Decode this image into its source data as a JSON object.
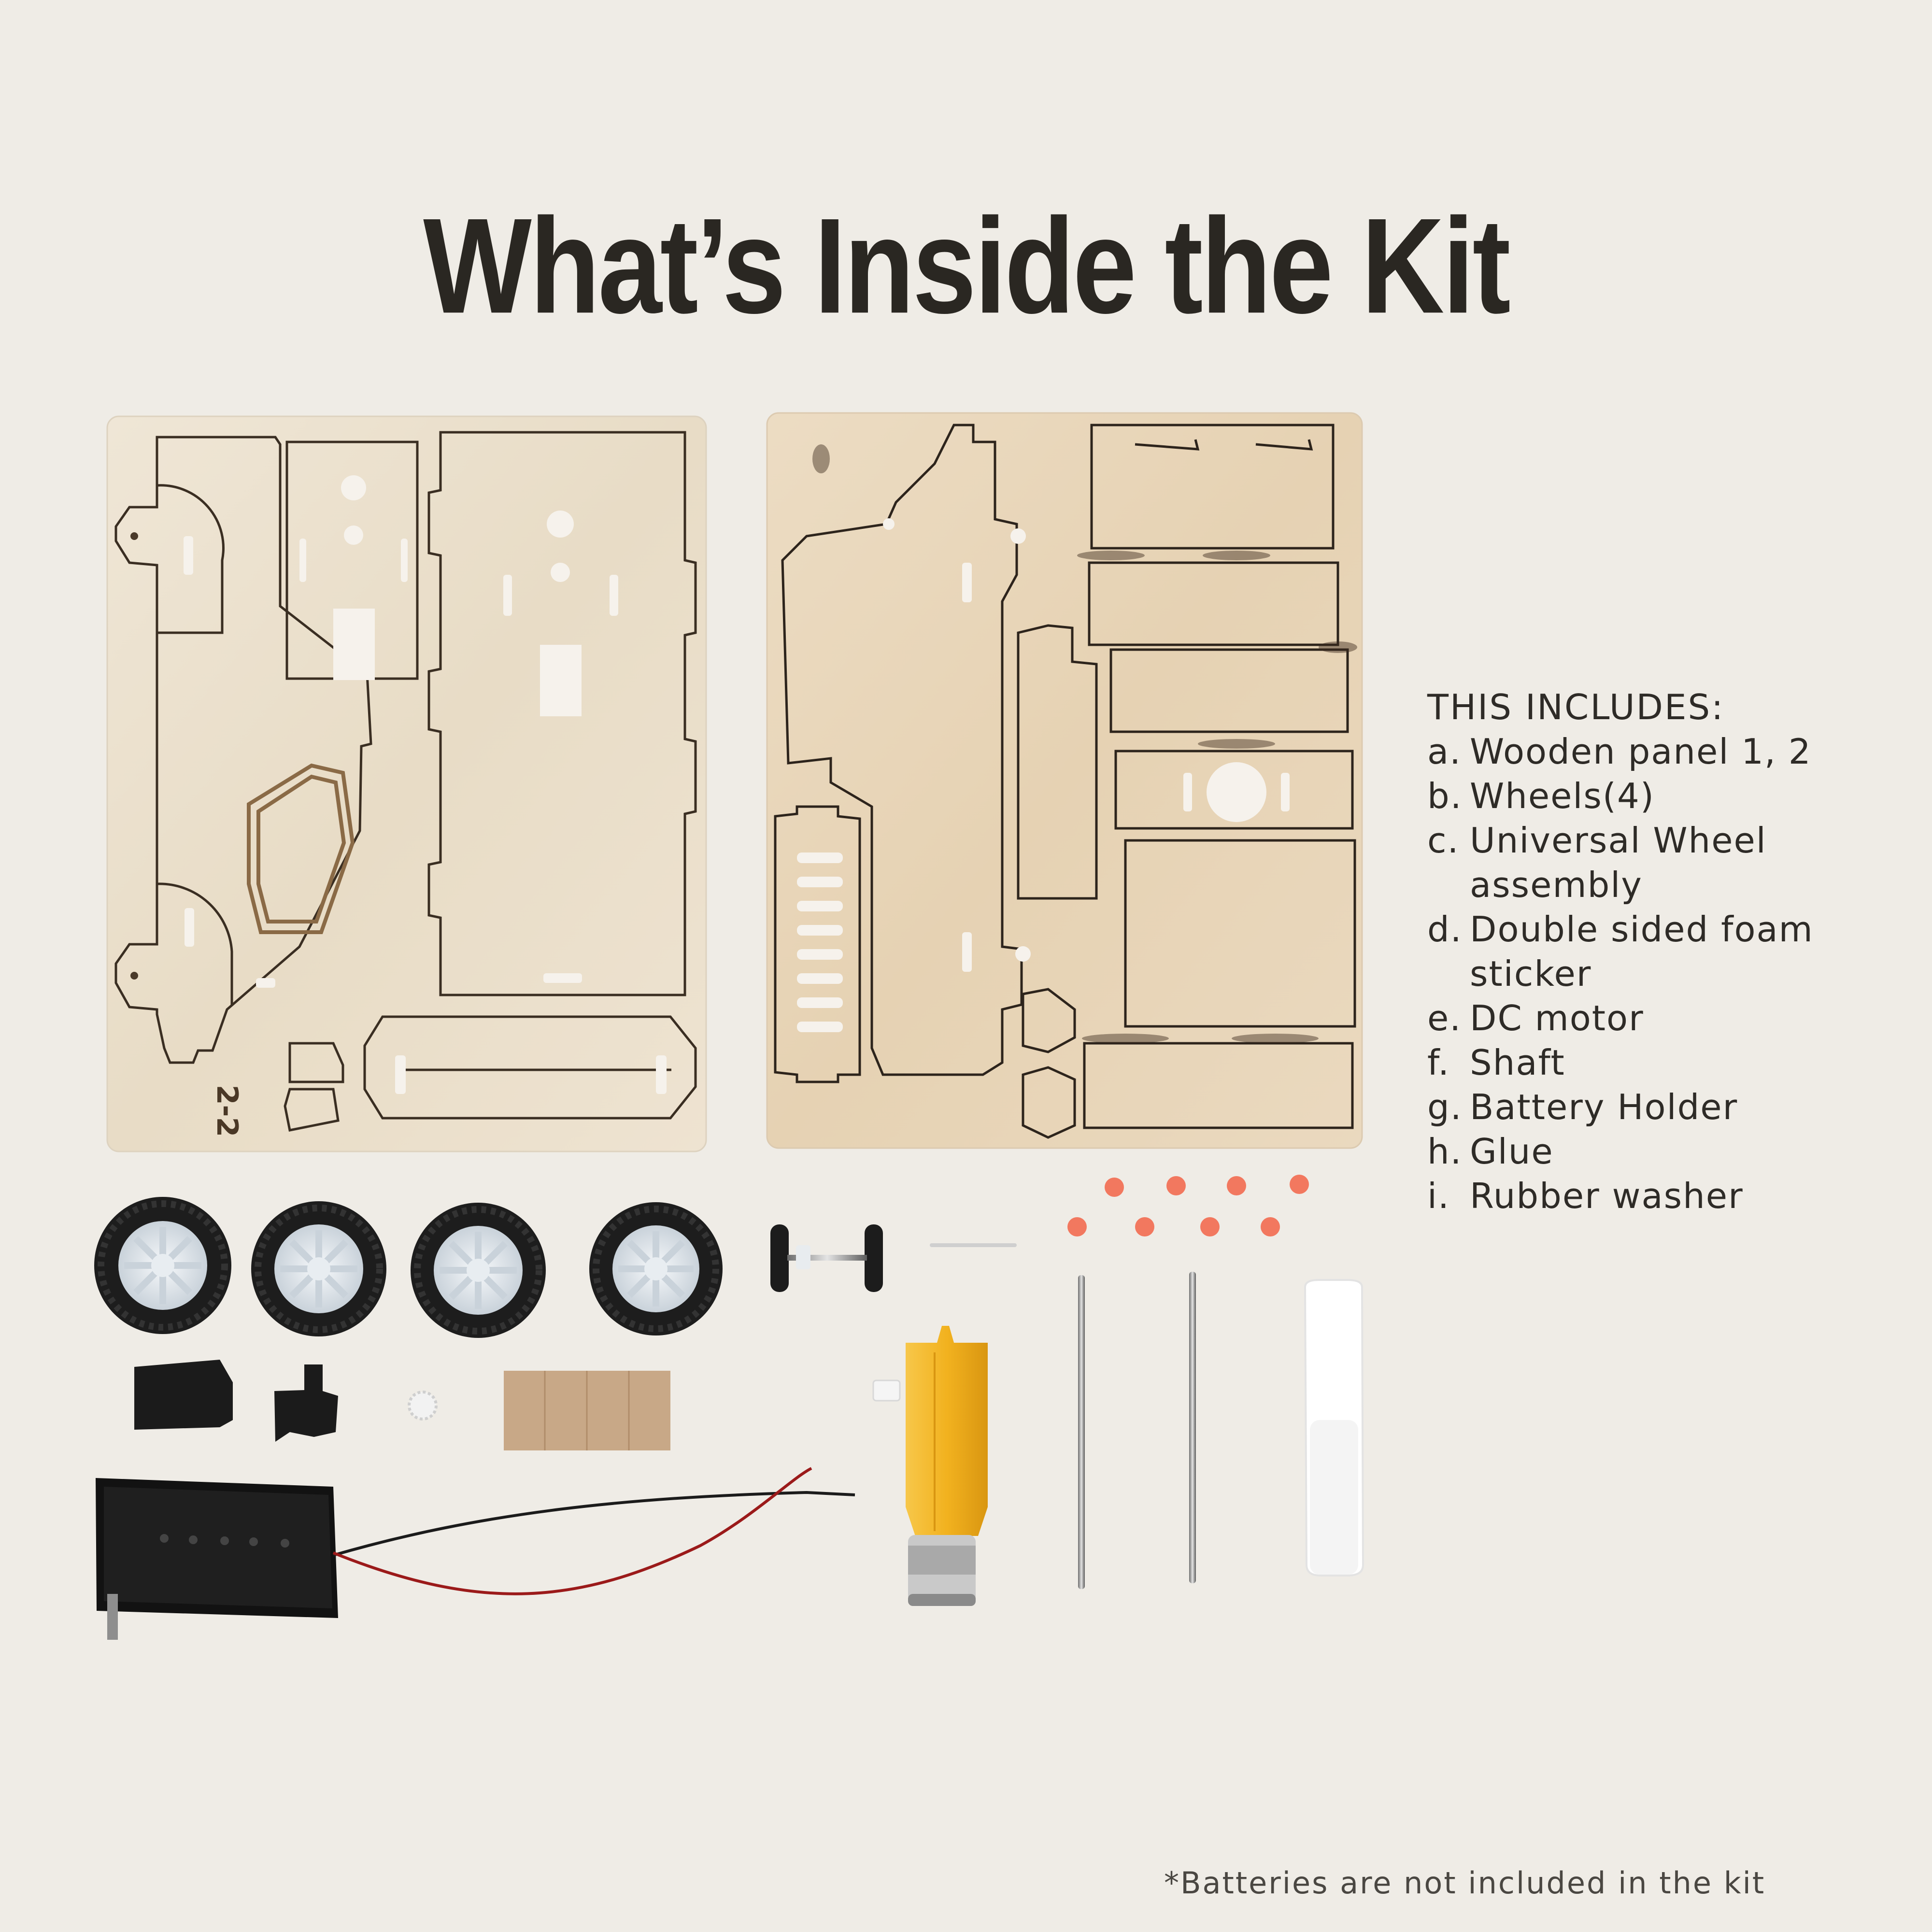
{
  "title": "What’s Inside the Kit",
  "includes": {
    "heading": "THIS INCLUDES:",
    "items": [
      {
        "marker": "a.",
        "text": "Wooden panel 1, 2"
      },
      {
        "marker": "b.",
        "text": "Wheels(4)"
      },
      {
        "marker": "c.",
        "text": "Universal Wheel assembly"
      },
      {
        "marker": "d.",
        "text": "Double sided foam sticker"
      },
      {
        "marker": "e.",
        "text": "DC motor"
      },
      {
        "marker": "f.",
        "text": "Shaft"
      },
      {
        "marker": "g.",
        "text": "Battery Holder"
      },
      {
        "marker": "h.",
        "text": "Glue"
      },
      {
        "marker": "i.",
        "text": "Rubber washer"
      }
    ]
  },
  "panel_1_engraving": "2-2",
  "footnote": "*Batteries are not included in the kit",
  "colors": {
    "background": "#efece6",
    "title_text": "#2a2722",
    "plywood": "#e9dcc7",
    "washer": "#f2785f",
    "motor": "#f2b21f"
  }
}
